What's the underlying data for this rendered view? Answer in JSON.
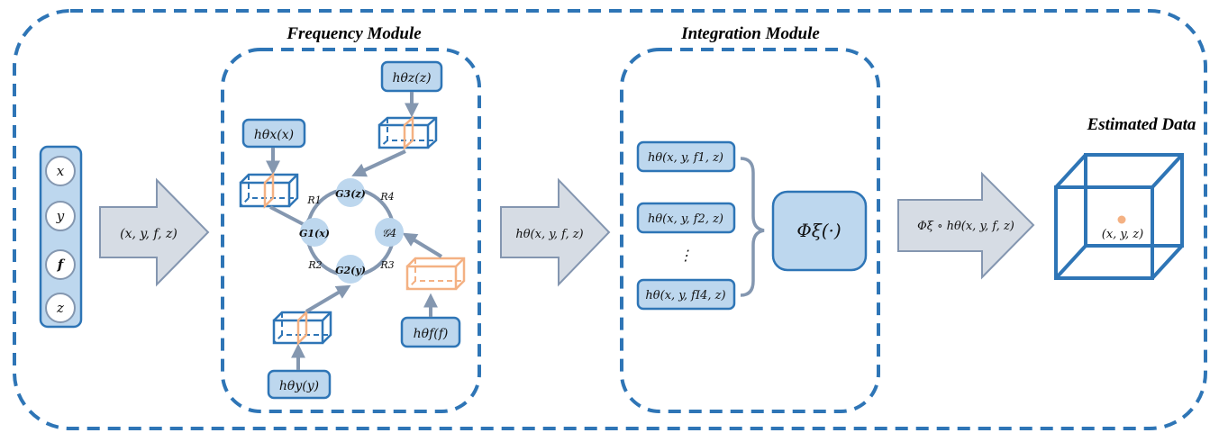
{
  "input": {
    "variables": [
      "x",
      "y",
      "f",
      "z"
    ]
  },
  "arrows": {
    "input_to_frequency": "(x, y, f, z)",
    "frequency_to_integration": "hθ(x, y, f, z)",
    "integration_to_output": "Φξ ∘ hθ(x, y, f, z)"
  },
  "frequency_module": {
    "title": "Frequency Module",
    "encoders": {
      "x": "hθx(x)",
      "y": "hθy(y)",
      "z": "hθz(z)",
      "f": "hθf(f)"
    },
    "graph_nodes": {
      "g1": "G1(x)",
      "g2": "G2(y)",
      "g3": "G3(z)",
      "g4": "𝒢4"
    },
    "relations": {
      "r1": "R1",
      "r2": "R2",
      "r3": "R3",
      "r4": "R4"
    }
  },
  "integration_module": {
    "title": "Integration Module",
    "items": [
      "hθ(x, y, f1, z)",
      "hθ(x, y, f2, z)",
      "⋮",
      "hθ(x, y, fI4, z)"
    ],
    "aggregator": "Φξ(·)"
  },
  "output": {
    "title": "Estimated Data",
    "point_label": "(x, y, z)",
    "accent_color": "#f4b183"
  },
  "colors": {
    "border_blue": "#2e75b6",
    "fill_blue": "#bdd7ee",
    "arrow_gray": "#d6dce4",
    "connector_gray": "#8497b0",
    "highlight_orange": "#f4b183"
  }
}
